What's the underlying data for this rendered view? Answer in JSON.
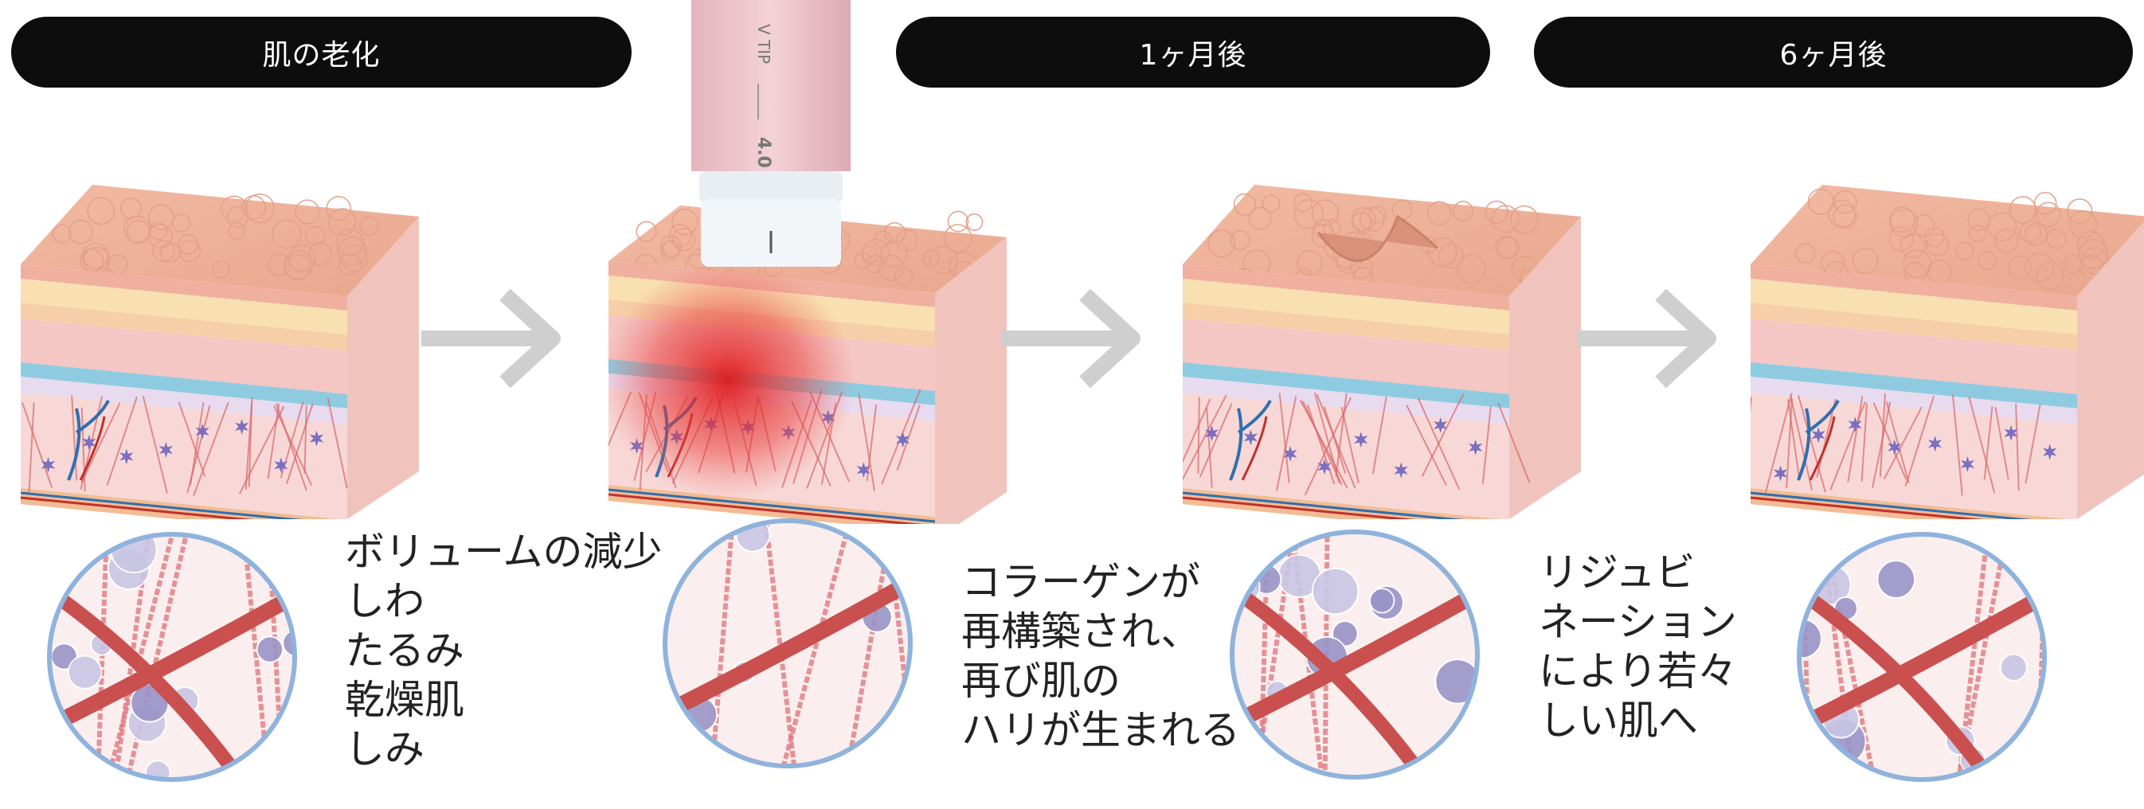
{
  "stages": [
    {
      "label": "肌の老化"
    },
    {
      "label": "1ヶ月後"
    },
    {
      "label": "6ヶ月後"
    }
  ],
  "device": {
    "tip_label": "V TIP",
    "depth_label": "4.0"
  },
  "descriptions": [
    {
      "lines": [
        "ボリュームの減少",
        "しわ",
        "たるみ",
        "乾燥肌",
        "しみ"
      ]
    },
    {
      "lines": [
        "コラーゲンが",
        "再構築され、",
        "再び肌の",
        "ハリが生まれる"
      ]
    },
    {
      "lines": [
        "リジュビ",
        "ネーション",
        "により若々",
        "しい肌へ"
      ]
    }
  ],
  "colors": {
    "pill": "#0d0d0d",
    "arrow": "#cfcfcf",
    "circle_border": "#8fb3dc",
    "fiber": "#c9504f"
  }
}
